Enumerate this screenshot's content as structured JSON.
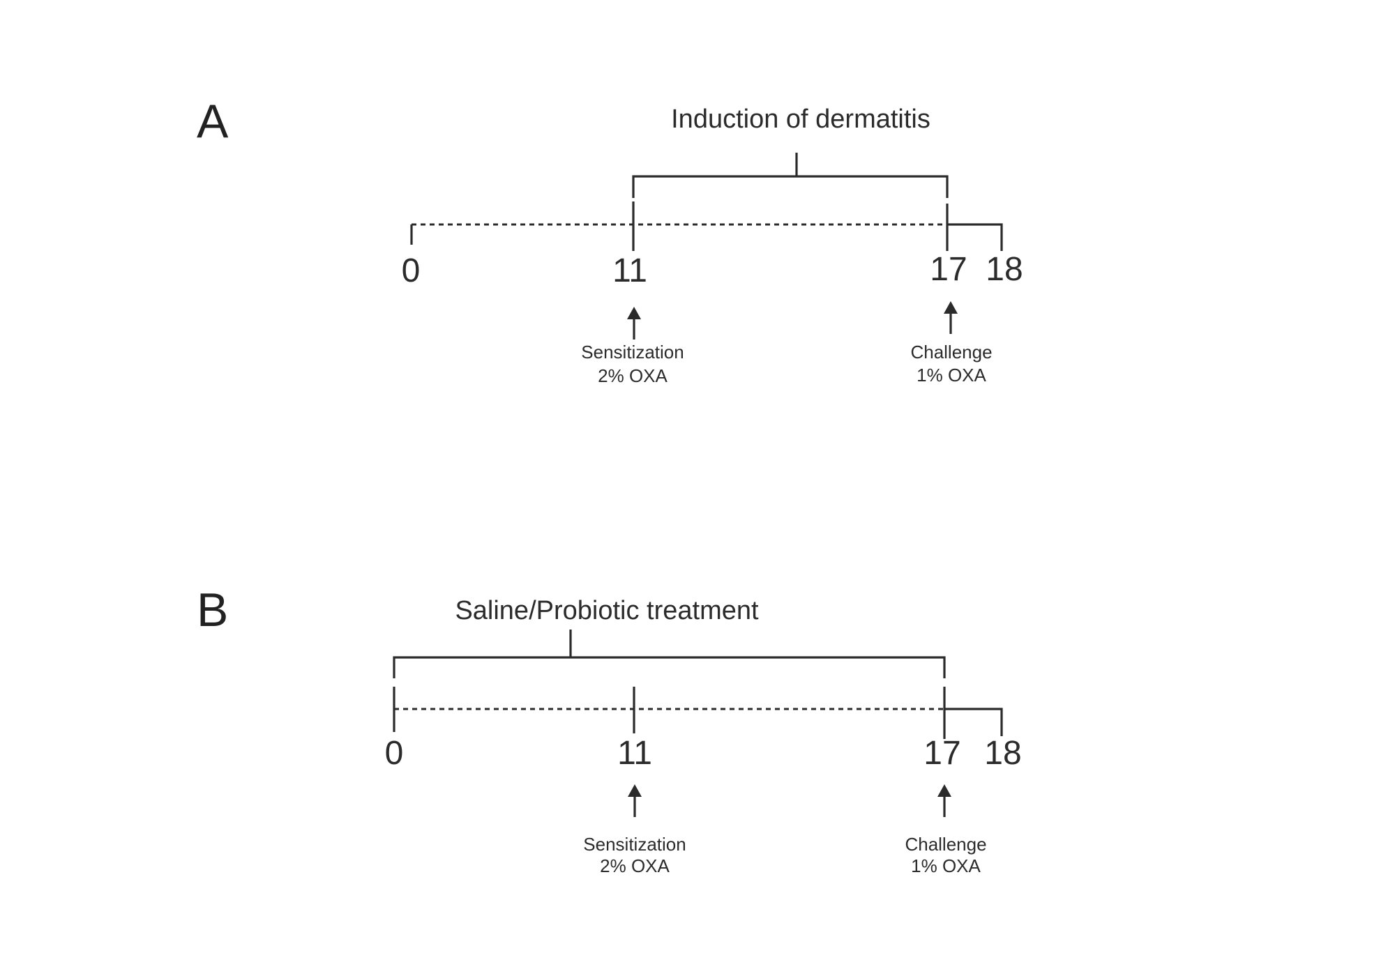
{
  "panels": {
    "a": {
      "label": "A",
      "bracket_title": "Induction of dermatitis",
      "ticks": [
        "0",
        "11",
        "17",
        "18"
      ],
      "events": [
        {
          "line1": "Sensitization",
          "line2": "2% OXA"
        },
        {
          "line1": "Challenge",
          "line2": "1% OXA"
        }
      ]
    },
    "b": {
      "label": "B",
      "bracket_title": "Saline/Probiotic treatment",
      "ticks": [
        "0",
        "11",
        "17",
        "18"
      ],
      "events": [
        {
          "line1": "Sensitization",
          "line2": "2% OXA"
        },
        {
          "line1": "Challenge",
          "line2": "1% OXA"
        }
      ]
    }
  }
}
